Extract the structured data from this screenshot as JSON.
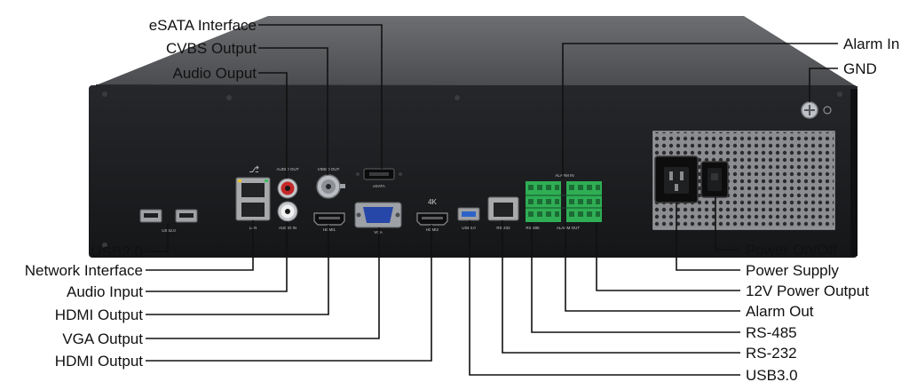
{
  "callouts": {
    "esata": "eSATA Interface",
    "cvbs": "CVBS Output",
    "audio_output": "Audio Ouput",
    "alarm_in": "Alarm In",
    "gnd": "GND",
    "usb2": "USB2.0",
    "network": "Network Interface",
    "audio_input": "Audio Input",
    "hdmi1": "HDMI Output",
    "vga": "VGA Output",
    "hdmi2": "HDMI Output",
    "power_onoff": "Power On/Off",
    "power_supply": "Power Supply",
    "power_12v": "12V Power Output",
    "alarm_out": "Alarm Out",
    "rs485": "RS-485",
    "rs232": "RS-232",
    "usb3": "USB3.0"
  },
  "panel_labels": {
    "audio_out": "AUDIO OUT",
    "video_out": "VIDEO OUT",
    "esata": "eSATA",
    "audio_in": "AUDIO IN",
    "hdmi1": "HDMI1",
    "vga": "VGA",
    "k4": "4K",
    "hdmi2": "HDMI2",
    "usb3": "USB3.0",
    "rs232": "RS-232",
    "alarm_in": "ALARM IN",
    "alarm_out": "ALARM OUT",
    "usb2": "USB2.0",
    "lan": "LAN",
    "rs485": "RS-485"
  },
  "colors": {
    "chassis_face": "#1b1c1e",
    "chassis_top": "#5a5b5e",
    "terminal_green": "#2fae55",
    "usb3_blue": "#2d63c8",
    "vga_blue": "#2747a8",
    "leader_line": "#111111"
  }
}
